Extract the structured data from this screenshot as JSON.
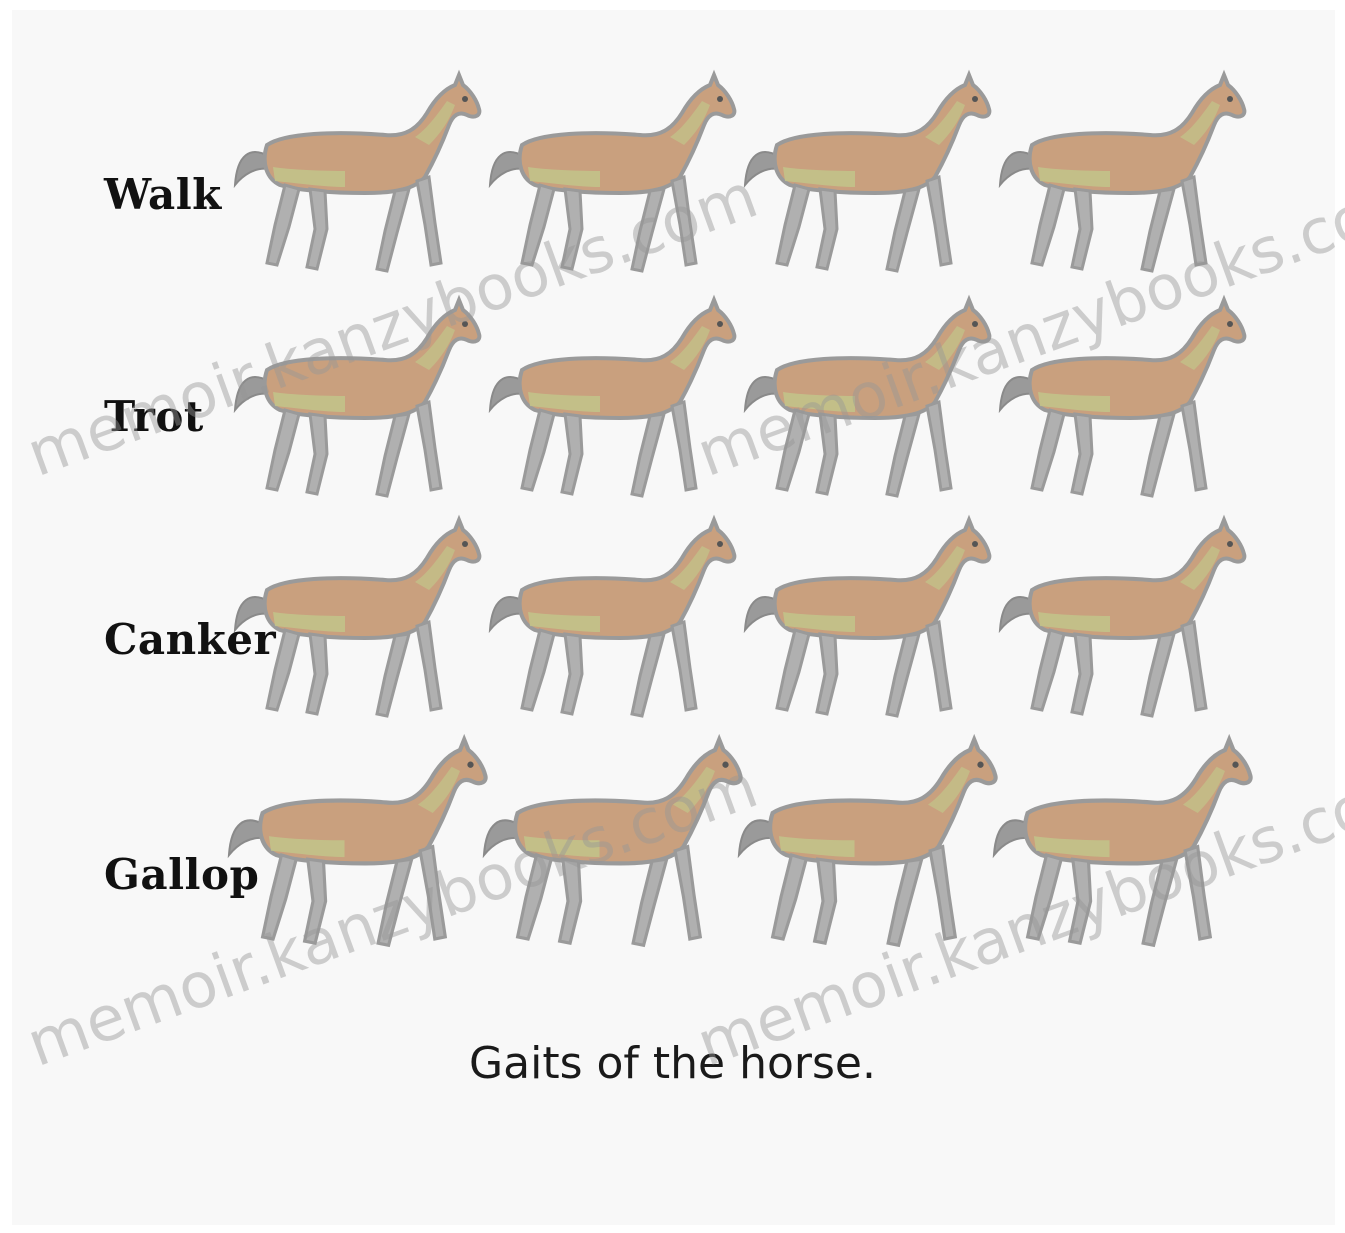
{
  "gaits": [
    {
      "label": "Walk"
    },
    {
      "label": "Trot"
    },
    {
      "label": "Canker"
    },
    {
      "label": "Gallop"
    }
  ],
  "frames_per_gait": 4,
  "caption": "Gaits of the horse.",
  "watermarks": [
    "memoir.kanzybooks.com",
    "memoir.kanzybooks.com",
    "memoir.kanzybooks.com",
    "memoir.kanzybooks.com"
  ],
  "colors": {
    "background": "#f8f8f8",
    "horse_body": "#c9a07e",
    "horse_outline": "#9a9a9a",
    "highlight": "#c2c48a",
    "label_text": "#111111"
  }
}
